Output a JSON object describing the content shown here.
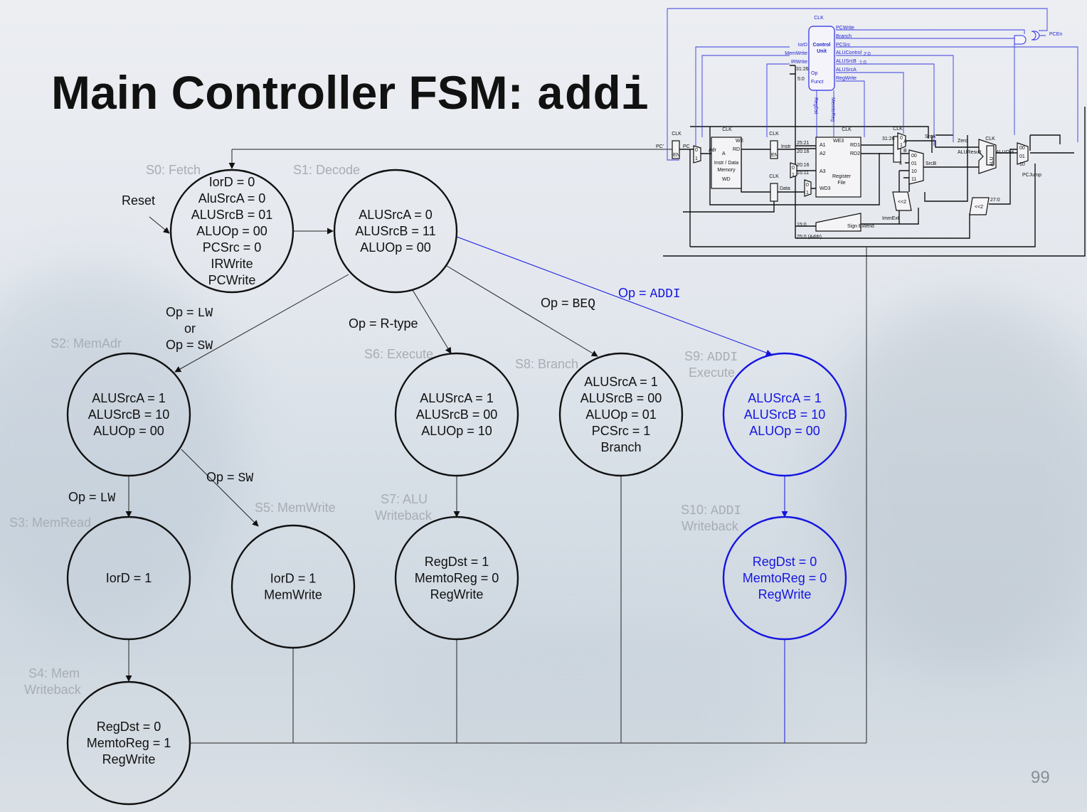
{
  "title": {
    "text": "Main Controller FSM: ",
    "code": "addi"
  },
  "page_number": "99",
  "colors": {
    "highlight": "#1515e0",
    "state_name": "#a8adb3",
    "default": "#111111"
  },
  "states": [
    {
      "id": "S0",
      "name": [
        "S0: Fetch"
      ],
      "lines": [
        "IorD = 0",
        "AluSrcA = 0",
        "ALUSrcB = 01",
        "ALUOp = 00",
        "PCSrc = 0",
        "IRWrite",
        "PCWrite"
      ],
      "highlight": false
    },
    {
      "id": "S1",
      "name": [
        "S1: Decode"
      ],
      "lines": [
        "ALUSrcA = 0",
        "ALUSrcB = 11",
        "ALUOp = 00"
      ],
      "highlight": false
    },
    {
      "id": "S2",
      "name": [
        "S2: MemAdr"
      ],
      "lines": [
        "ALUSrcA = 1",
        "ALUSrcB = 10",
        "ALUOp = 00"
      ],
      "highlight": false
    },
    {
      "id": "S6",
      "name": [
        "S6: Execute"
      ],
      "lines": [
        "ALUSrcA = 1",
        "ALUSrcB = 00",
        "ALUOp = 10"
      ],
      "highlight": false
    },
    {
      "id": "S8",
      "name": [
        "S8: Branch"
      ],
      "lines": [
        "ALUSrcA = 1",
        "ALUSrcB = 00",
        "ALUOp = 01",
        "PCSrc = 1",
        "Branch"
      ],
      "highlight": false
    },
    {
      "id": "S9",
      "name": [
        "S9: ",
        "ADDI",
        "Execute"
      ],
      "lines": [
        "ALUSrcA = 1",
        "ALUSrcB = 10",
        "ALUOp = 00"
      ],
      "highlight": true
    },
    {
      "id": "S3",
      "name": [
        "S3: MemRead"
      ],
      "lines": [
        "IorD = 1"
      ],
      "highlight": false
    },
    {
      "id": "S5",
      "name": [
        "S5: MemWrite"
      ],
      "lines": [
        "IorD = 1",
        "MemWrite"
      ],
      "highlight": false
    },
    {
      "id": "S7",
      "name": [
        "S7: ALU",
        "",
        "Writeback"
      ],
      "lines": [
        "RegDst = 1",
        "MemtoReg = 0",
        "RegWrite"
      ],
      "highlight": false
    },
    {
      "id": "S10",
      "name": [
        "S10: ",
        "ADDI",
        "Writeback"
      ],
      "lines": [
        "RegDst = 0",
        "MemtoReg = 0",
        "RegWrite"
      ],
      "highlight": true
    },
    {
      "id": "S4",
      "name": [
        "S4: Mem",
        "",
        "Writeback"
      ],
      "lines": [
        "RegDst = 0",
        "MemtoReg = 1",
        "RegWrite"
      ],
      "highlight": false
    }
  ],
  "edge_labels": {
    "reset": "Reset",
    "lw_or_sw": {
      "line1_prefix": "Op = ",
      "line1_code": "LW",
      "or": "or",
      "line2_prefix": "Op = ",
      "line2_code": "SW"
    },
    "rtype": "Op = R-type",
    "beq": {
      "prefix": "Op = ",
      "code": "BEQ"
    },
    "addi": {
      "prefix": "Op = ",
      "code": "ADDI"
    },
    "lw": {
      "prefix": "Op = ",
      "code": "LW"
    },
    "sw": {
      "prefix": "Op = ",
      "code": "SW"
    }
  },
  "datapath": {
    "control_unit": [
      "Control",
      "Unit"
    ],
    "clk": "CLK",
    "outputs_right": [
      "PCWrite",
      "Branch",
      "PCSrc",
      "ALUControl",
      "ALUSrcB",
      "ALUSrcA",
      "RegWrite"
    ],
    "alucontrol_sub": "2:0",
    "alusrcb_sub": "1:0",
    "outputs_left": [
      "IorD",
      "MemWrite",
      "IRWrite"
    ],
    "inputs": [
      "Op",
      "Funct"
    ],
    "vertical": [
      "RegDst",
      "MemtoReg"
    ],
    "pcen": "PCEn",
    "op_bits": "31:26",
    "funct_bits": "5:0",
    "pc_prime": "PC'",
    "pc": "PC",
    "en": "EN",
    "adr": "Adr",
    "memory": [
      "Instr / Data",
      "Memory"
    ],
    "mem_ports": [
      "A",
      "RD",
      "WD",
      "WE"
    ],
    "instr": "Instr",
    "data": "Data",
    "regfile": [
      "Register",
      "File"
    ],
    "rf_ports": [
      "A1",
      "A2",
      "A3",
      "WD3",
      "WE3",
      "RD1",
      "RD2"
    ],
    "bits": [
      "25:21",
      "20:16",
      "20:16",
      "15:11",
      "15:0",
      "25:0 (Addr)",
      "31:28",
      "27:0"
    ],
    "a": "A",
    "b": "B",
    "srca": "SrcA",
    "srcb": "SrcB",
    "alu": "ALU",
    "zero": "Zero",
    "aluresult": "ALUResult",
    "aluout": "ALUOut",
    "pcjump": "PCJump",
    "immext": "ImmExt",
    "sign_extend": "Sign Extend",
    "shift": "<<2",
    "four": "4",
    "mux_inputs2": [
      "0",
      "1"
    ],
    "mux_inputs4": [
      "00",
      "01",
      "10",
      "11"
    ],
    "mux_inputs3": [
      "00",
      "01",
      "10"
    ]
  }
}
